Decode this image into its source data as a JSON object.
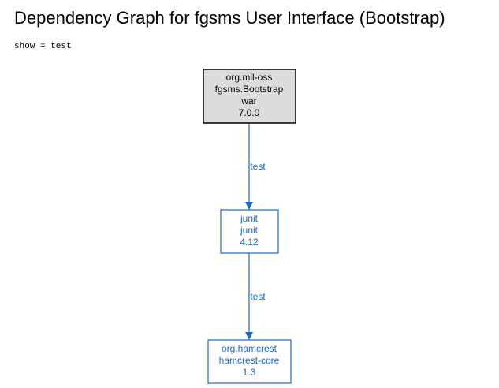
{
  "header": {
    "title": "Dependency Graph for fgsms User Interface (Bootstrap)",
    "filter": "show = test"
  },
  "colors": {
    "edge": "#1a66cc",
    "root_fill": "#dcdcdc",
    "root_border": "#000000",
    "dep_border": "#1a66cc",
    "dep_text": "#1a66cc"
  },
  "graph": {
    "nodes": [
      {
        "id": "root",
        "lines": [
          "org.mil-oss",
          "fgsms.Bootstrap",
          "war",
          "7.0.0"
        ]
      },
      {
        "id": "junit",
        "lines": [
          "junit",
          "junit",
          "4.12"
        ]
      },
      {
        "id": "hamcrest",
        "lines": [
          "org.hamcrest",
          "hamcrest-core",
          "1.3"
        ]
      }
    ],
    "edges": [
      {
        "from": "root",
        "to": "junit",
        "label": "test"
      },
      {
        "from": "junit",
        "to": "hamcrest",
        "label": "test"
      }
    ]
  }
}
